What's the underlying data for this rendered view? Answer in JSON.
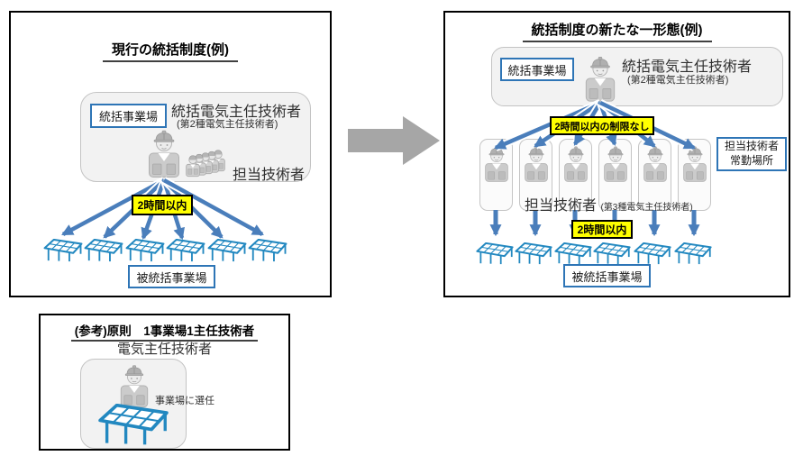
{
  "colors": {
    "arrow_blue": "#4a7ebb",
    "box_border_blue": "#2e75b6",
    "solar_blue": "#2288c0",
    "highlight_yellow": "#ffff00",
    "transition_gray": "#a6a6a6",
    "panel_fill_gray": "#f2f2f2"
  },
  "icons": {
    "chief-engineer-icon": "worker-with-hard-hat",
    "staff-group-icon": "group-of-five-workers",
    "staff-engineer-icon": "worker-with-hard-hat",
    "solar-site-icon": "solar-panel-array",
    "transition-arrow-icon": "large-right-arrow",
    "dispatch-arrows-icon": "blue-fan-arrows"
  },
  "left_panel": {
    "title": "現行の統括制度(例)",
    "site_label": "統括事業場",
    "chief_title": "統括電気主任技術者",
    "chief_subtitle": "(第2種電気主任技術者)",
    "staff_label": "担当技術者",
    "time_badge": "2時間以内",
    "supervised_sites_label": "被統括事業場"
  },
  "right_panel": {
    "title": "統括制度の新たな一形態(例)",
    "site_label": "統括事業場",
    "chief_title": "統括電気主任技術者",
    "chief_subtitle": "(第2種電気主任技術者)",
    "no_limit_badge": "2時間以内の制限なし",
    "staff_location_line1": "担当技術者",
    "staff_location_line2": "常勤場所",
    "staff_label": "担当技術者",
    "staff_sublabel": "(第3種電気主任技術者)",
    "time_badge": "2時間以内",
    "supervised_sites_label": "被統括事業場"
  },
  "reference_panel": {
    "title": "(参考)原則　1事業場1主任技術者",
    "chief_label": "電気主任技術者",
    "assignment_label": "事業場に選任"
  }
}
